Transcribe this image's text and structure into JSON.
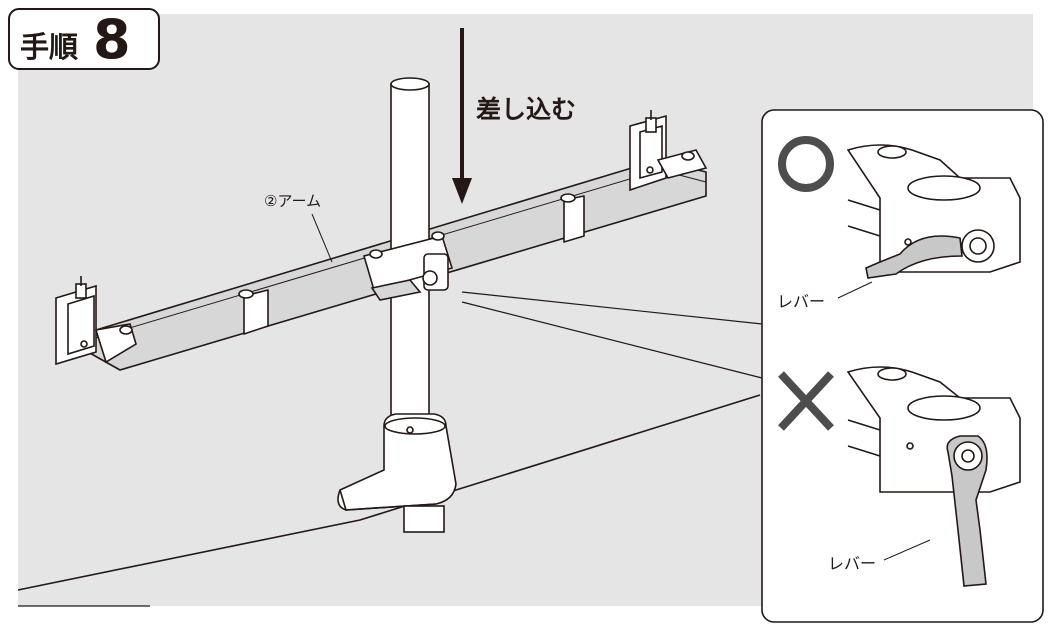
{
  "step": {
    "word": "手順",
    "number": "8"
  },
  "instruction": "差し込む",
  "arm_label": "②アーム",
  "callout": {
    "correct_mark": "circle",
    "wrong_mark": "cross",
    "lever_label_top": "レバー",
    "lever_label_bottom": "レバー"
  },
  "colors": {
    "background_panel": "#e5e5e5",
    "line": "#231815",
    "metal": "#ffffff",
    "arm_fill": "#d7d7d7",
    "mark": "#4d4d4d"
  }
}
